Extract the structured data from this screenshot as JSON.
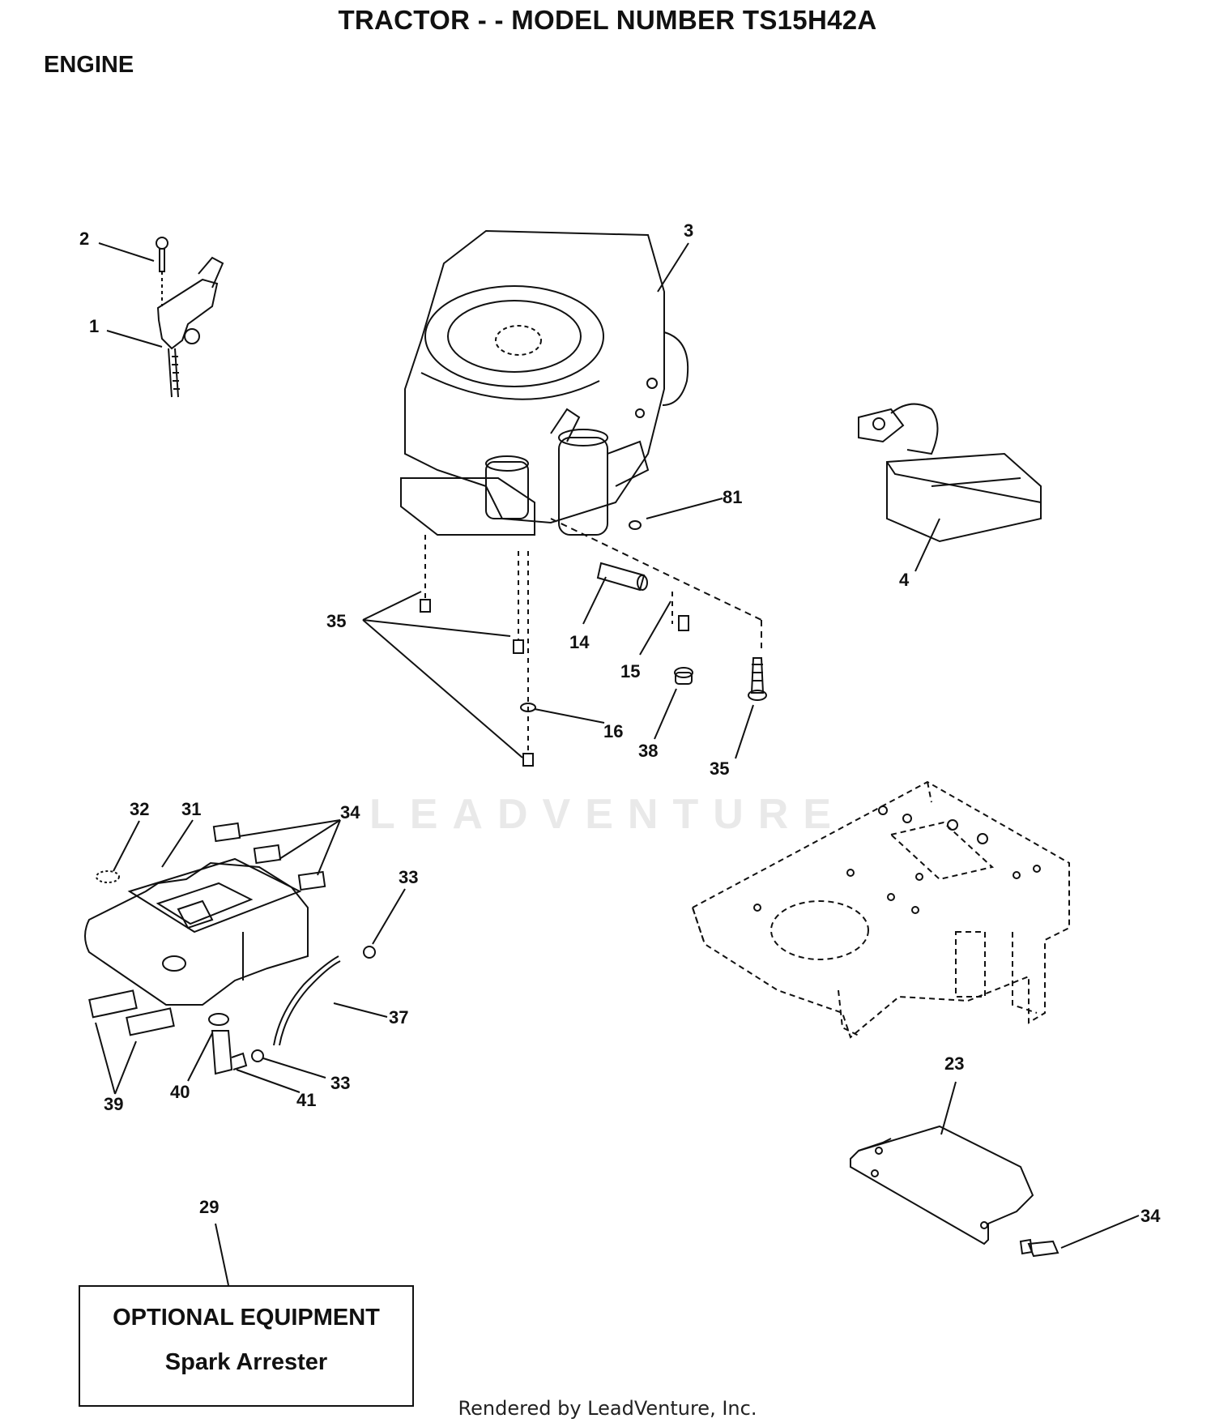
{
  "header": {
    "title": "TRACTOR - - MODEL NUMBER TS15H42A",
    "section": "ENGINE"
  },
  "callouts": {
    "c1": "1",
    "c2": "2",
    "c3": "3",
    "c4": "4",
    "c81": "81",
    "c35a": "35",
    "c35b": "35",
    "c14": "14",
    "c15": "15",
    "c16": "16",
    "c38": "38",
    "c32": "32",
    "c31": "31",
    "c34a": "34",
    "c33a": "33",
    "c37": "37",
    "c33b": "33",
    "c39": "39",
    "c40": "40",
    "c41": "41",
    "c23": "23",
    "c34b": "34",
    "c29": "29"
  },
  "optional_box": {
    "title": "OPTIONAL EQUIPMENT",
    "subtitle": "Spark Arrester"
  },
  "watermark": "LEADVENTURE",
  "footer": "Rendered by LeadVenture, Inc."
}
